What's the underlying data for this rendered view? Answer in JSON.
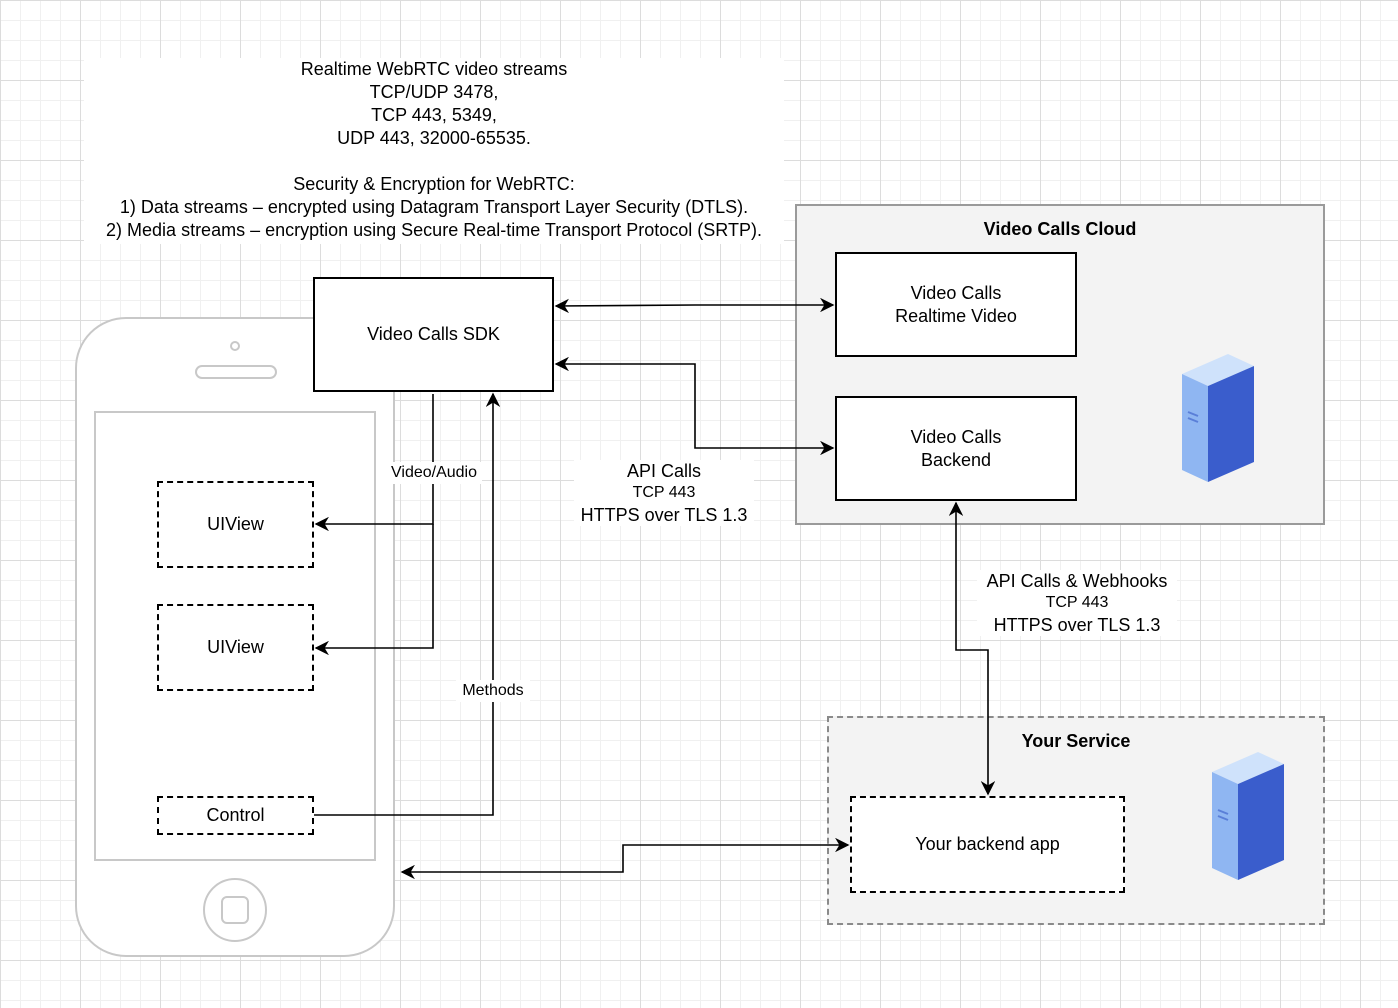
{
  "notes": {
    "lines": [
      "Realtime WebRTC video streams",
      "TCP/UDP 3478,",
      "TCP 443, 5349,",
      "UDP 443, 32000-65535.",
      "",
      "Security & Encryption for WebRTC:",
      "1) Data streams – encrypted using Datagram Transport Layer Security (DTLS).",
      "2) Media streams – encryption using Secure Real-time Transport Protocol (SRTP)."
    ]
  },
  "sdk": {
    "label": "Video Calls SDK"
  },
  "cloud": {
    "title": "Video Calls Cloud",
    "realtime": {
      "line1": "Video Calls",
      "line2": "Realtime Video"
    },
    "backend": {
      "line1": "Video Calls",
      "line2": "Backend"
    }
  },
  "service": {
    "title": "Your Service",
    "app": {
      "label": "Your backend app"
    }
  },
  "phone": {
    "views": [
      "UIView",
      "UIView"
    ],
    "control": "Control"
  },
  "edges": {
    "video_audio": "Video/Audio",
    "methods": "Methods",
    "api_sdk": {
      "line1": "API Calls",
      "line2": "TCP 443",
      "line3": "HTTPS over TLS 1.3"
    },
    "api_service": {
      "line1": "API Calls & Webhooks",
      "line2": "TCP 443",
      "line3": "HTTPS over TLS 1.3"
    }
  },
  "icons": {
    "server_cloud": "server-icon",
    "server_service": "server-icon",
    "phone": "iphone-outline-icon"
  },
  "colors": {
    "server_light": "#a9c8f5",
    "server_dark": "#2f4fc4",
    "phone_outline": "#c8c8c8",
    "group_fill": "#f3f3f3"
  }
}
